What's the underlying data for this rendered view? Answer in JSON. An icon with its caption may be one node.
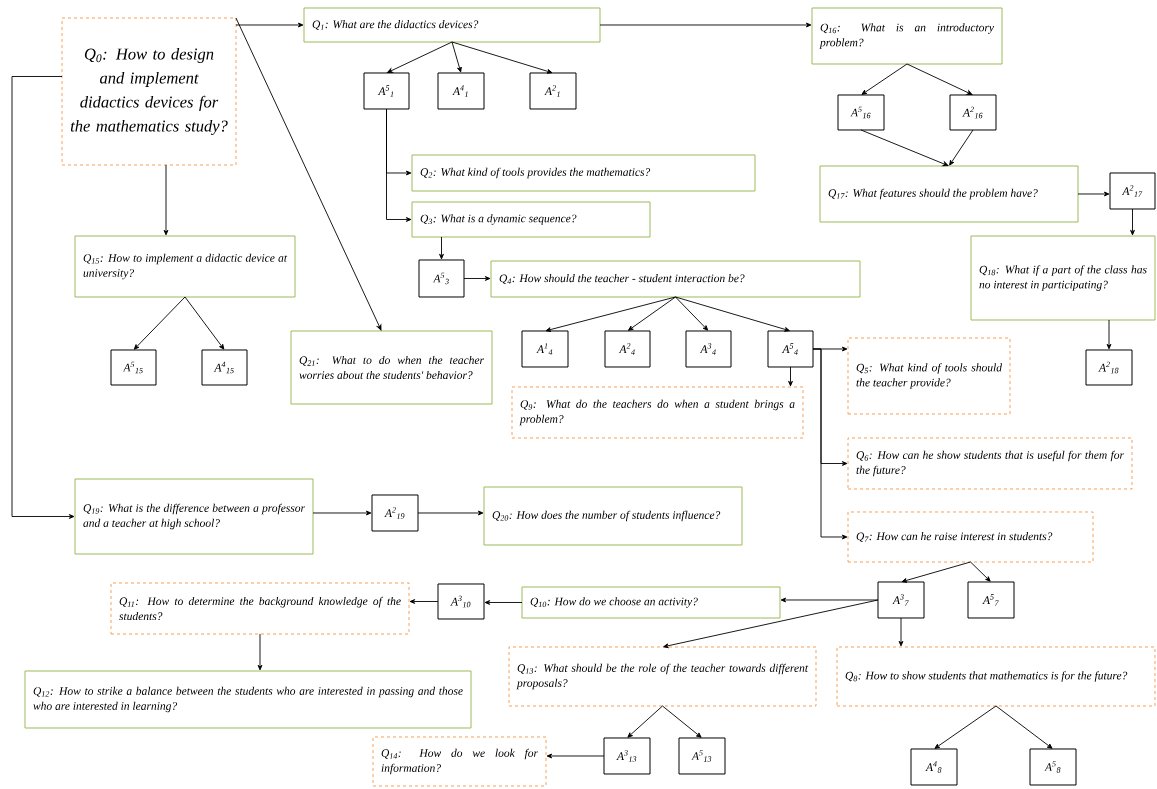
{
  "diagram": {
    "nodes": [
      {
        "text": [
          "Q$_{0}$: How to design and implement didactics devices for the mathematics study?"
        ]
      },
      {
        "text": [
          "Q$_{1}$: What are the didactics devices?"
        ]
      },
      {
        "text": [
          "A$^{5}$$_{1}$"
        ]
      },
      {
        "text": [
          "A$^{4}$$_{1}$"
        ]
      },
      {
        "text": [
          "A$^{2}$$_{1}$"
        ]
      },
      {
        "text": [
          "Q$_{16}$: What is an introductory problem?"
        ]
      },
      {
        "text": [
          "A$^{5}$$_{16}$"
        ]
      },
      {
        "text": [
          "A$^{2}$$_{16}$"
        ]
      },
      {
        "text": [
          "Q$_{17}$: What features should the problem have?"
        ]
      },
      {
        "text": [
          "A$^{2}$$_{17}$"
        ]
      },
      {
        "text": [
          "Q$_{18}$: What if a part of the class has no interest in participating?"
        ]
      },
      {
        "text": [
          "A$^{2}$$_{18}$"
        ]
      },
      {
        "text": [
          "Q$_{2}$: What kind of tools provides the mathematics?"
        ]
      },
      {
        "text": [
          "Q$_{3}$: What is a dynamic sequence?"
        ]
      },
      {
        "text": [
          "A$^{5}$$_{3}$"
        ]
      },
      {
        "text": [
          "Q$_{4}$: How should the teacher - student interaction be?"
        ]
      },
      {
        "text": [
          "Q$_{15}$: How to implement a didactic device at university?"
        ]
      },
      {
        "text": [
          "A$^{5}$$_{15}$"
        ]
      },
      {
        "text": [
          "A$^{4}$$_{15}$"
        ]
      },
      {
        "text": [
          "Q$_{21}$: What to do when the teacher worries about the students' behavior?"
        ]
      },
      {
        "text": [
          "A$^{1}$$_{4}$"
        ]
      },
      {
        "text": [
          "A$^{2}$$_{4}$"
        ]
      },
      {
        "text": [
          "A$^{3}$$_{4}$"
        ]
      },
      {
        "text": [
          "A$^{5}$$_{4}$"
        ]
      },
      {
        "text": [
          "Q$_{5}$: What kind of tools should the teacher provide?"
        ]
      },
      {
        "text": [
          "Q$_{9}$: What do the teachers do when a student brings a problem?"
        ]
      },
      {
        "text": [
          "Q$_{6}$: How can he show students that is useful for them for the future?"
        ]
      },
      {
        "text": [
          "Q$_{7}$: How can he raise interest in students?"
        ]
      },
      {
        "text": [
          "Q$_{19}$: What is the difference between a professor and a teacher at high school?"
        ]
      },
      {
        "text": [
          "A$^{2}$$_{19}$"
        ]
      },
      {
        "text": [
          "Q$_{20}$: How does the number of students influence?"
        ]
      },
      {
        "text": [
          "A$^{3}$$_{7}$"
        ]
      },
      {
        "text": [
          "A$^{5}$$_{7}$"
        ]
      },
      {
        "text": [
          "Q$_{10}$: How do we choose an activity?"
        ]
      },
      {
        "text": [
          "A$^{3}$$_{10}$"
        ]
      },
      {
        "text": [
          "Q$_{11}$: How to determine the background knowledge of the students?"
        ]
      },
      {
        "text": [
          "Q$_{12}$: How to strike a balance between the students who are interested in passing and those who are interested in learning?"
        ]
      },
      {
        "text": [
          "Q$_{13}$: What should be the role of the teacher towards different proposals?"
        ]
      },
      {
        "text": [
          "Q$_{8}$: How to show students that mathematics is for the future?"
        ]
      },
      {
        "text": [
          "Q$_{14}$: How do we look for information?"
        ]
      },
      {
        "text": [
          "A$^{3}$$_{13}$"
        ]
      },
      {
        "text": [
          "A$^{5}$$_{13}$"
        ]
      },
      {
        "text": [
          "A$^{4}$$_{8}$"
        ]
      },
      {
        "text": [
          "A$^{5}$$_{8}$"
        ]
      }
    ],
    "edges": [
      {
        "from": 0,
        "to": 1,
        "arrow": "to"
      },
      {
        "from": 0,
        "to": 19,
        "arrow": "to"
      },
      {
        "from": 0,
        "to": 16,
        "arrow": "to"
      },
      {
        "from": 0,
        "to": 28,
        "arrow": "to"
      },
      {
        "from": 1,
        "to": 2,
        "arrow": "to"
      },
      {
        "from": 1,
        "to": 3,
        "arrow": "to"
      },
      {
        "from": 1,
        "to": 4,
        "arrow": "to"
      },
      {
        "from": 1,
        "to": 5,
        "arrow": "to"
      },
      {
        "from": 5,
        "to": 6,
        "arrow": "to"
      },
      {
        "from": 5,
        "to": 7,
        "arrow": "to"
      },
      {
        "from": 6,
        "to": 8,
        "arrow": "to"
      },
      {
        "from": 7,
        "to": 8,
        "arrow": "to"
      },
      {
        "from": 8,
        "to": 9,
        "arrow": "to"
      },
      {
        "from": 9,
        "to": 10,
        "arrow": "to"
      },
      {
        "from": 10,
        "to": 11,
        "arrow": "to"
      },
      {
        "from": 2,
        "to": 12,
        "arrow": "to"
      },
      {
        "from": 2,
        "to": 13,
        "arrow": "to"
      },
      {
        "from": 13,
        "to": 14,
        "arrow": "to"
      },
      {
        "from": 14,
        "to": 15,
        "arrow": "to"
      },
      {
        "from": 15,
        "to": 20,
        "arrow": "to"
      },
      {
        "from": 15,
        "to": 21,
        "arrow": "to"
      },
      {
        "from": 15,
        "to": 22,
        "arrow": "to"
      },
      {
        "from": 15,
        "to": 23,
        "arrow": "to"
      },
      {
        "from": 23,
        "to": 24,
        "arrow": "to"
      },
      {
        "from": 23,
        "to": 25,
        "arrow": "to"
      },
      {
        "from": 23,
        "to": 26,
        "arrow": "to"
      },
      {
        "from": 23,
        "to": 27,
        "arrow": "to"
      },
      {
        "from": 16,
        "to": 17,
        "arrow": "to"
      },
      {
        "from": 16,
        "to": 18,
        "arrow": "to"
      },
      {
        "from": 28,
        "to": 29,
        "arrow": "to"
      },
      {
        "from": 29,
        "to": 30,
        "arrow": "to"
      },
      {
        "from": 27,
        "to": 31,
        "arrow": "to"
      },
      {
        "from": 27,
        "to": 32,
        "arrow": "to"
      },
      {
        "from": 31,
        "to": 33,
        "arrow": "to"
      },
      {
        "from": 31,
        "to": 37,
        "arrow": "to"
      },
      {
        "from": 31,
        "to": 38,
        "arrow": "to"
      },
      {
        "from": 33,
        "to": 34,
        "arrow": "to"
      },
      {
        "from": 34,
        "to": 35,
        "arrow": "to"
      },
      {
        "from": 35,
        "to": 36,
        "arrow": "to"
      },
      {
        "from": 37,
        "to": 40,
        "arrow": "to"
      },
      {
        "from": 37,
        "to": 41,
        "arrow": "to"
      },
      {
        "from": 40,
        "to": 39,
        "arrow": "to"
      },
      {
        "from": 38,
        "to": 42,
        "arrow": "to"
      },
      {
        "from": 38,
        "to": 43,
        "arrow": "to"
      }
    ]
  }
}
